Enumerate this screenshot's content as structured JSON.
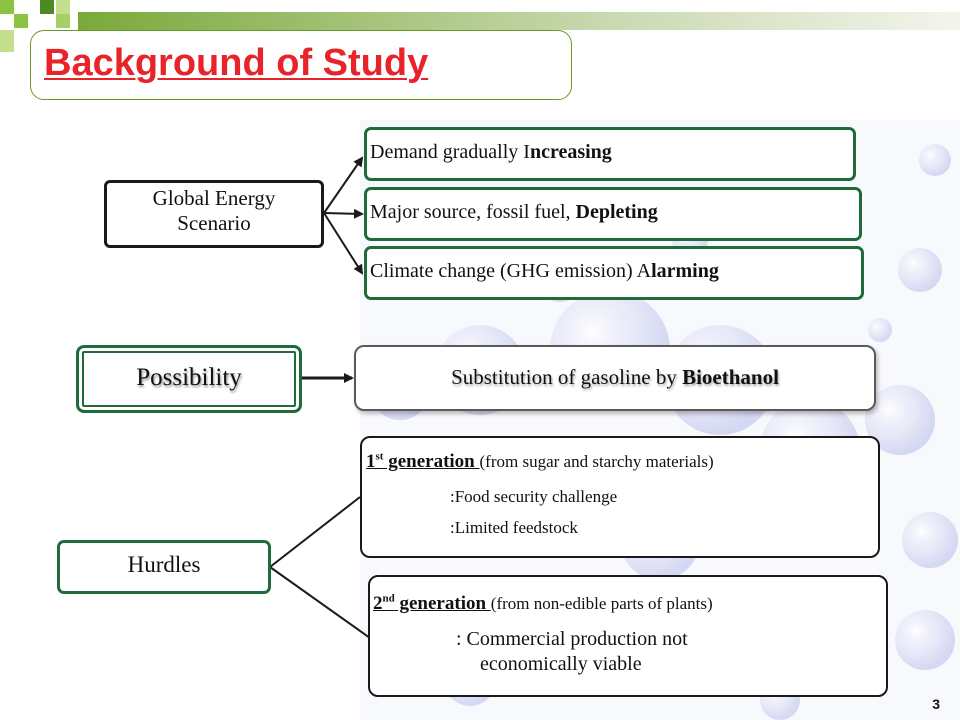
{
  "title": "Background of Study",
  "page_number": "3",
  "global_energy": {
    "label_line1": "Global Energy",
    "label_line2": "Scenario",
    "items": [
      {
        "normal": "Demand gradually I",
        "bold": "ncreasing"
      },
      {
        "normal": "Major source, fossil fuel, ",
        "bold": "Depleting"
      },
      {
        "normal": "Climate change (GHG  emission) A",
        "bold": "larming"
      }
    ]
  },
  "possibility": {
    "label": "Possibility",
    "text_normal": "Substitution of gasoline by ",
    "text_bold": "Bioethanol"
  },
  "hurdles": {
    "label": "Hurdles",
    "first": {
      "num": "1",
      "sup": "st",
      "heading": " generation ",
      "note": "(from sugar and starchy materials)",
      "points": [
        ":Food security challenge",
        ":Limited feedstock"
      ]
    },
    "second": {
      "num": "2",
      "sup": "nd",
      "heading": " generation ",
      "note": "(from non-edible parts of plants)",
      "point_line1": ": Commercial production  not",
      "point_line2": "economically viable"
    }
  },
  "colors": {
    "title_red": "#e8242a",
    "green_border": "#1f6b3a",
    "accent_green": "#8cc43f"
  }
}
